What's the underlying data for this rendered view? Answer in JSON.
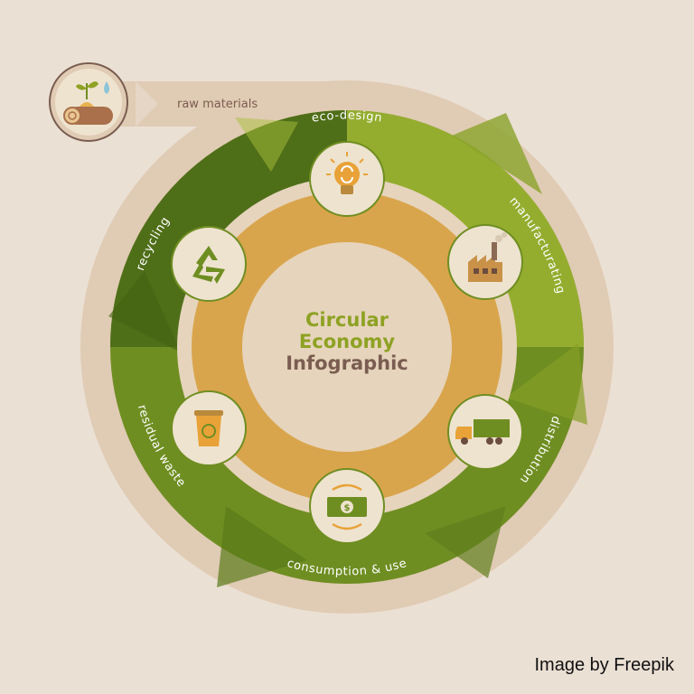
{
  "colors": {
    "background": "#ebe0d4",
    "outer_ring": "#e0cbb4",
    "band_dark": "#4f6e18",
    "band_mid": "#6f8e22",
    "band_light": "#95ad2f",
    "inner_ring": "#d9a54c",
    "title_green": "#8ea223",
    "title_brown": "#7a5d50",
    "icon_disc": "#eee3cf",
    "icon_border": "#6f8e22"
  },
  "entry": {
    "label": "raw materials",
    "icon": "log-seedling-water-icon"
  },
  "stages": [
    {
      "label": "eco-design",
      "icon": "lightbulb-icon"
    },
    {
      "label": "manufacturating",
      "icon": "factory-icon"
    },
    {
      "label": "distribution",
      "icon": "truck-icon"
    },
    {
      "label": "consumption & use",
      "icon": "money-icon"
    },
    {
      "label": "residual waste",
      "icon": "trash-bin-icon"
    },
    {
      "label": "recycling",
      "icon": "recycle-icon"
    }
  ],
  "title": {
    "line1": "Circular",
    "line2": "Economy",
    "line3": "Infographic"
  },
  "credit": "Image by Freepik"
}
